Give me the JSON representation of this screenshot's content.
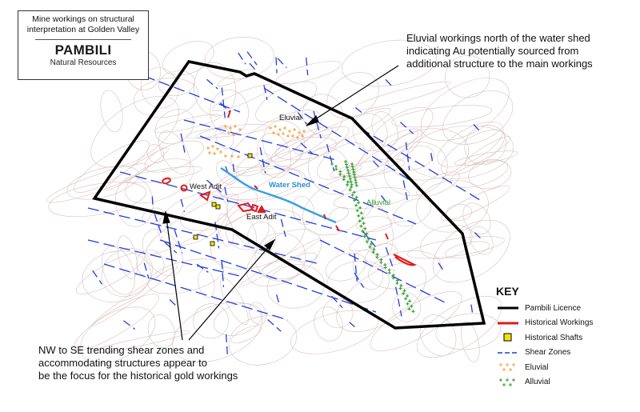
{
  "title_box": {
    "line1": "Mine workings on structural",
    "line2": "interpretation at Golden Valley",
    "brand": "PAMBILI",
    "sub_brand": "Natural Resources"
  },
  "notes": {
    "top_line1": "Eluvial workings north of the water shed",
    "top_line2": "indicating Au potentially sourced from",
    "top_line3": "additional structure to the main workings",
    "bottom_line1": "NW to SE trending shear zones and",
    "bottom_line2": "accommodating structures appear to",
    "bottom_line3": "be the focus for the historical gold workings"
  },
  "map_labels": {
    "eluvial": "Eluvial",
    "alluvial": "Alluvial",
    "water_shed": "Water Shed",
    "west_adit": "West Adit",
    "east_adit": "East Adit"
  },
  "key": {
    "title": "KEY",
    "items": [
      {
        "label": "Pambili Licence",
        "symbol": "licence-line",
        "color": "#000000"
      },
      {
        "label": "Historical Workings",
        "symbol": "workings-line",
        "color": "#e01b1b"
      },
      {
        "label": "Historical Shafts",
        "symbol": "shaft-square",
        "color": "#f2e400"
      },
      {
        "label": "Shear Zones",
        "symbol": "shear-dash",
        "color": "#1f3fd6"
      },
      {
        "label": "Eluvial",
        "symbol": "eluvial-cross",
        "color": "#f0a040"
      },
      {
        "label": "Alluvial",
        "symbol": "alluvial-cross",
        "color": "#2e9e2e"
      }
    ]
  },
  "colors": {
    "contours": "#c9a6a6",
    "water_shed": "#3aa0e0",
    "label_water_shed": "#2f8fd6",
    "label_alluvial": "#2e9e2e"
  }
}
